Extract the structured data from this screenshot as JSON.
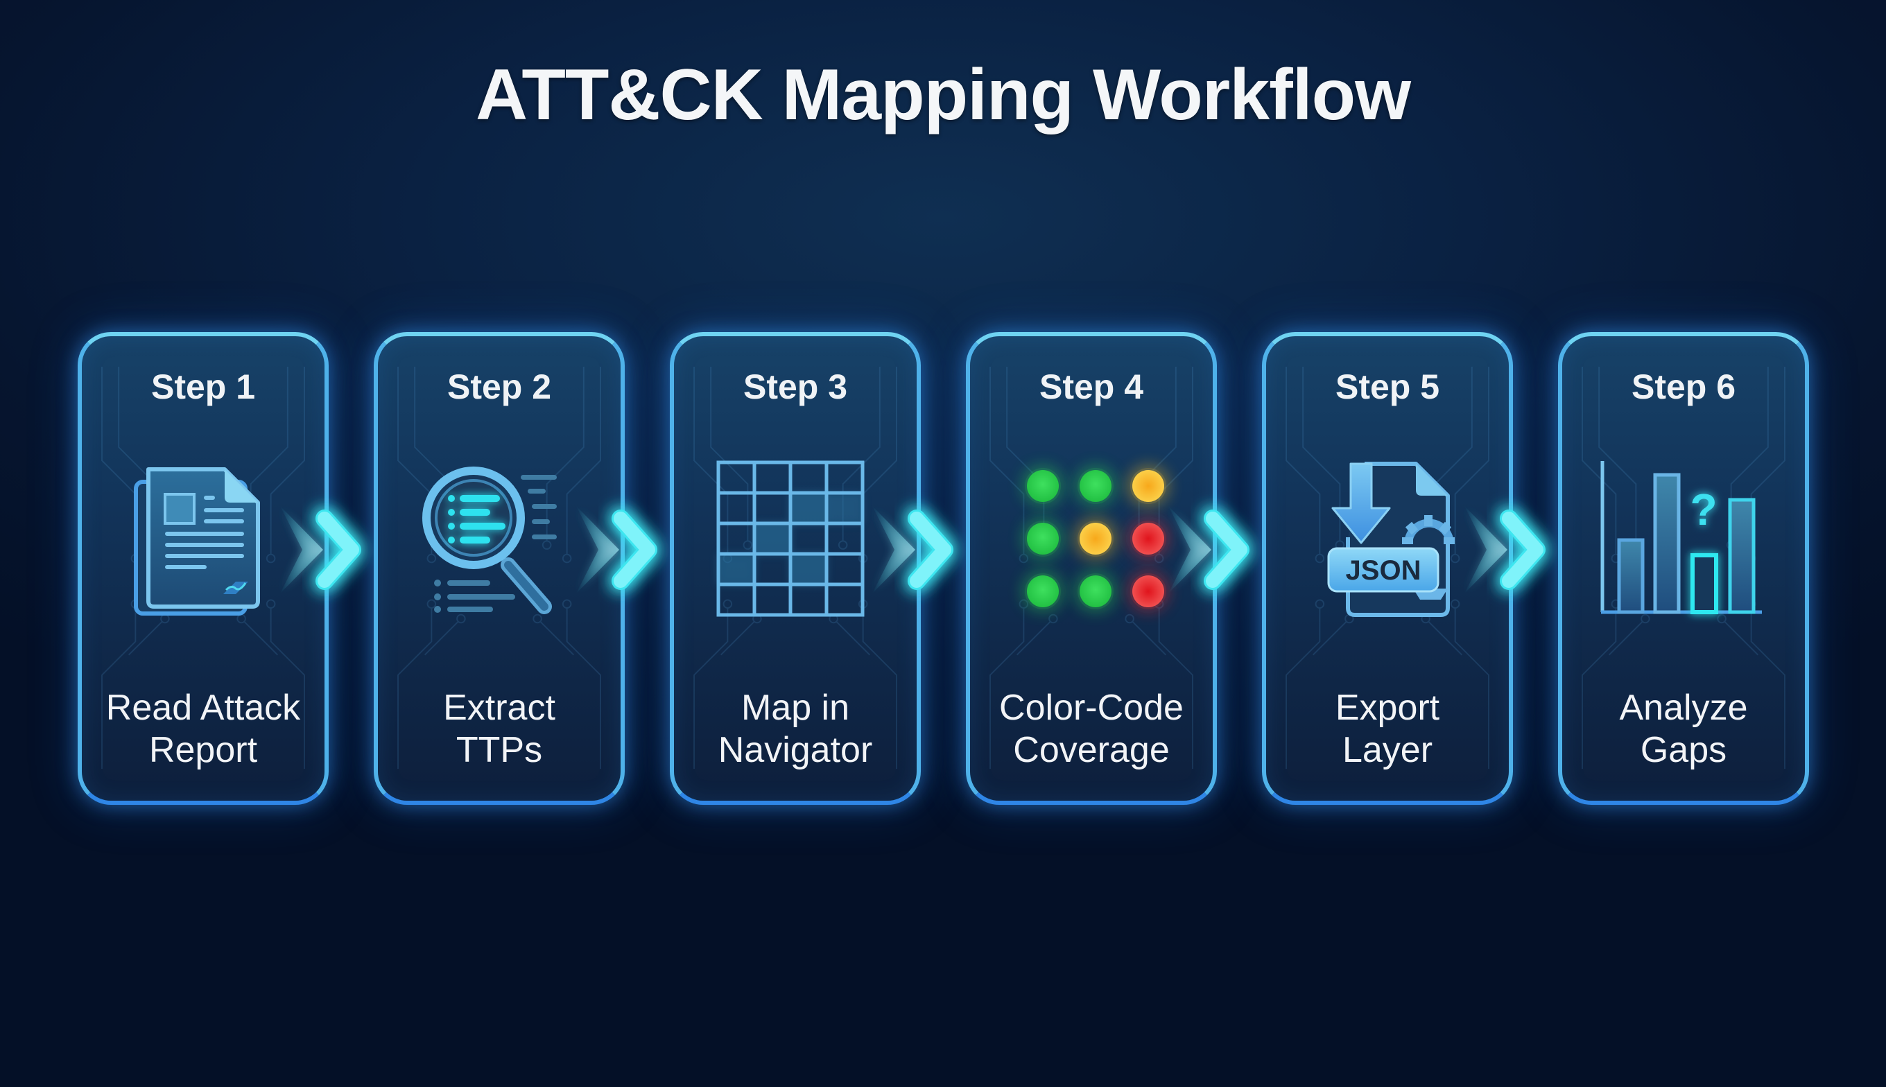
{
  "title": "ATT&CK Mapping Workflow",
  "colors": {
    "background": "#06152f",
    "card_border": "#4fb2ea",
    "accent_cyan": "#3ee6f0",
    "icon_blue": "#6cc0ee",
    "coverage_green": "#2fd14f",
    "coverage_yellow": "#fbbf24",
    "coverage_red": "#ef2b2b"
  },
  "steps": [
    {
      "step": "Step 1",
      "name_lines": [
        "Read Attack",
        "Report"
      ],
      "icon": "document-report-icon"
    },
    {
      "step": "Step 2",
      "name_lines": [
        "Extract",
        "TTPs"
      ],
      "icon": "magnifier-list-icon"
    },
    {
      "step": "Step 3",
      "name_lines": [
        "Map in",
        "Navigator"
      ],
      "icon": "matrix-grid-icon"
    },
    {
      "step": "Step 4",
      "name_lines": [
        "Color-Code",
        "Coverage"
      ],
      "icon": "coverage-dots-icon",
      "coverage_grid": [
        [
          "green",
          "green",
          "yellow"
        ],
        [
          "green",
          "yellow",
          "red"
        ],
        [
          "green",
          "green",
          "red"
        ]
      ]
    },
    {
      "step": "Step 5",
      "name_lines": [
        "Export",
        "Layer"
      ],
      "icon": "json-export-icon",
      "badge": "JSON"
    },
    {
      "step": "Step 6",
      "name_lines": [
        "Analyze",
        "Gaps"
      ],
      "icon": "bar-chart-gap-icon",
      "badge": "?"
    }
  ],
  "connector_icon": "double-chevron-right-icon"
}
